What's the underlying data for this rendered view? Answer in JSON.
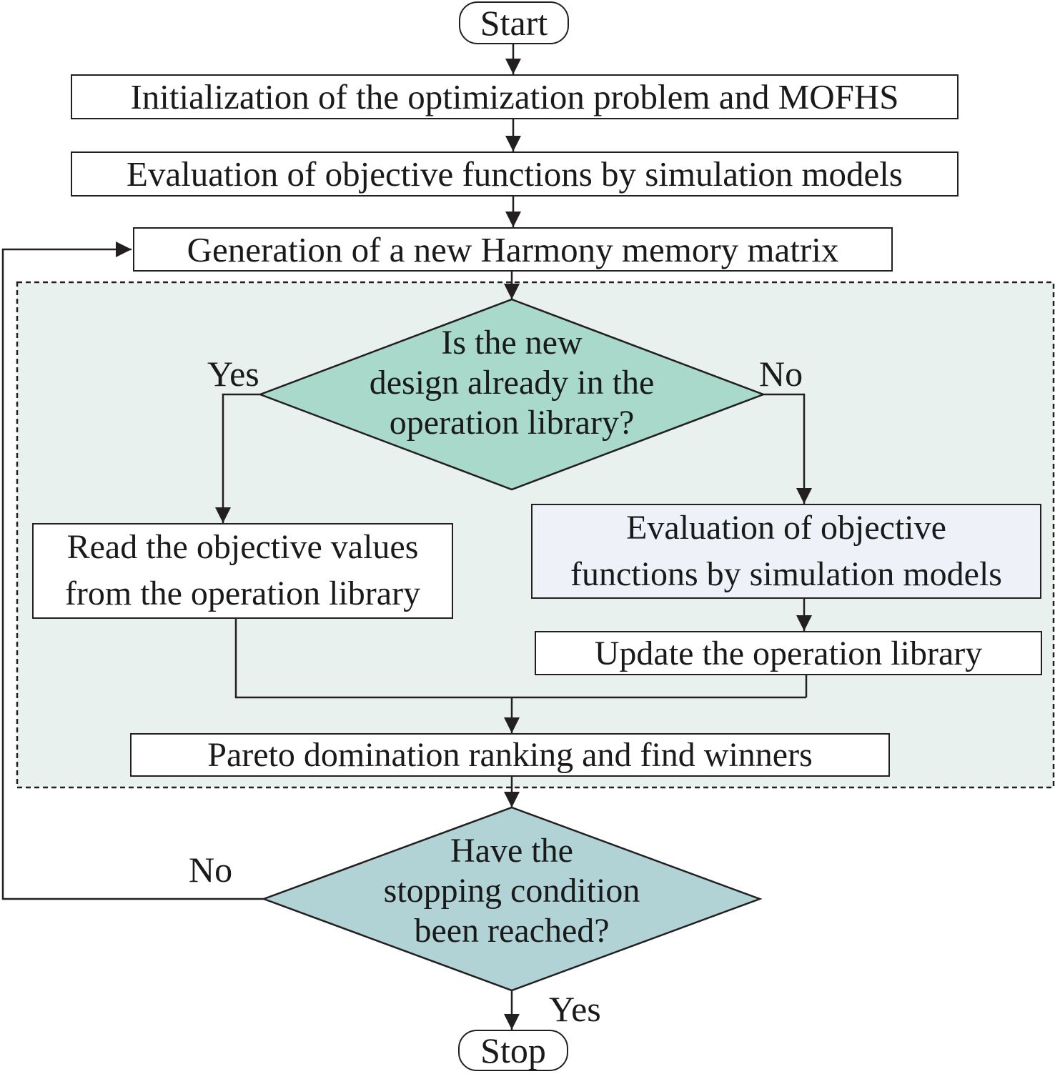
{
  "flowchart": {
    "start": "Start",
    "init": "Initialization of the optimization problem and MOFHS",
    "eval_top": "Evaluation of objective functions by simulation models",
    "generation": "Generation of a new Harmony memory matrix",
    "decision1": {
      "lines": [
        "Is the new",
        "design already in the",
        "operation library?"
      ],
      "yes_label": "Yes",
      "no_label": "No"
    },
    "read_values": {
      "lines": [
        "Read the objective values",
        "from the operation library"
      ]
    },
    "eval_right": {
      "lines": [
        "Evaluation of objective",
        "functions by simulation models"
      ]
    },
    "update": "Update the operation library",
    "pareto": "Pareto domination ranking and find winners",
    "decision2": {
      "lines": [
        "Have the",
        "stopping condition",
        "been reached?"
      ],
      "yes_label": "Yes",
      "no_label": "No"
    },
    "stop": "Stop"
  },
  "colors": {
    "line": "#231f20",
    "region_fill": "#e9f1ef",
    "decision1_fill": "#a8d9cb",
    "decision2_fill": "#b2d3d6",
    "eval_right_fill": "#eef2f8"
  }
}
